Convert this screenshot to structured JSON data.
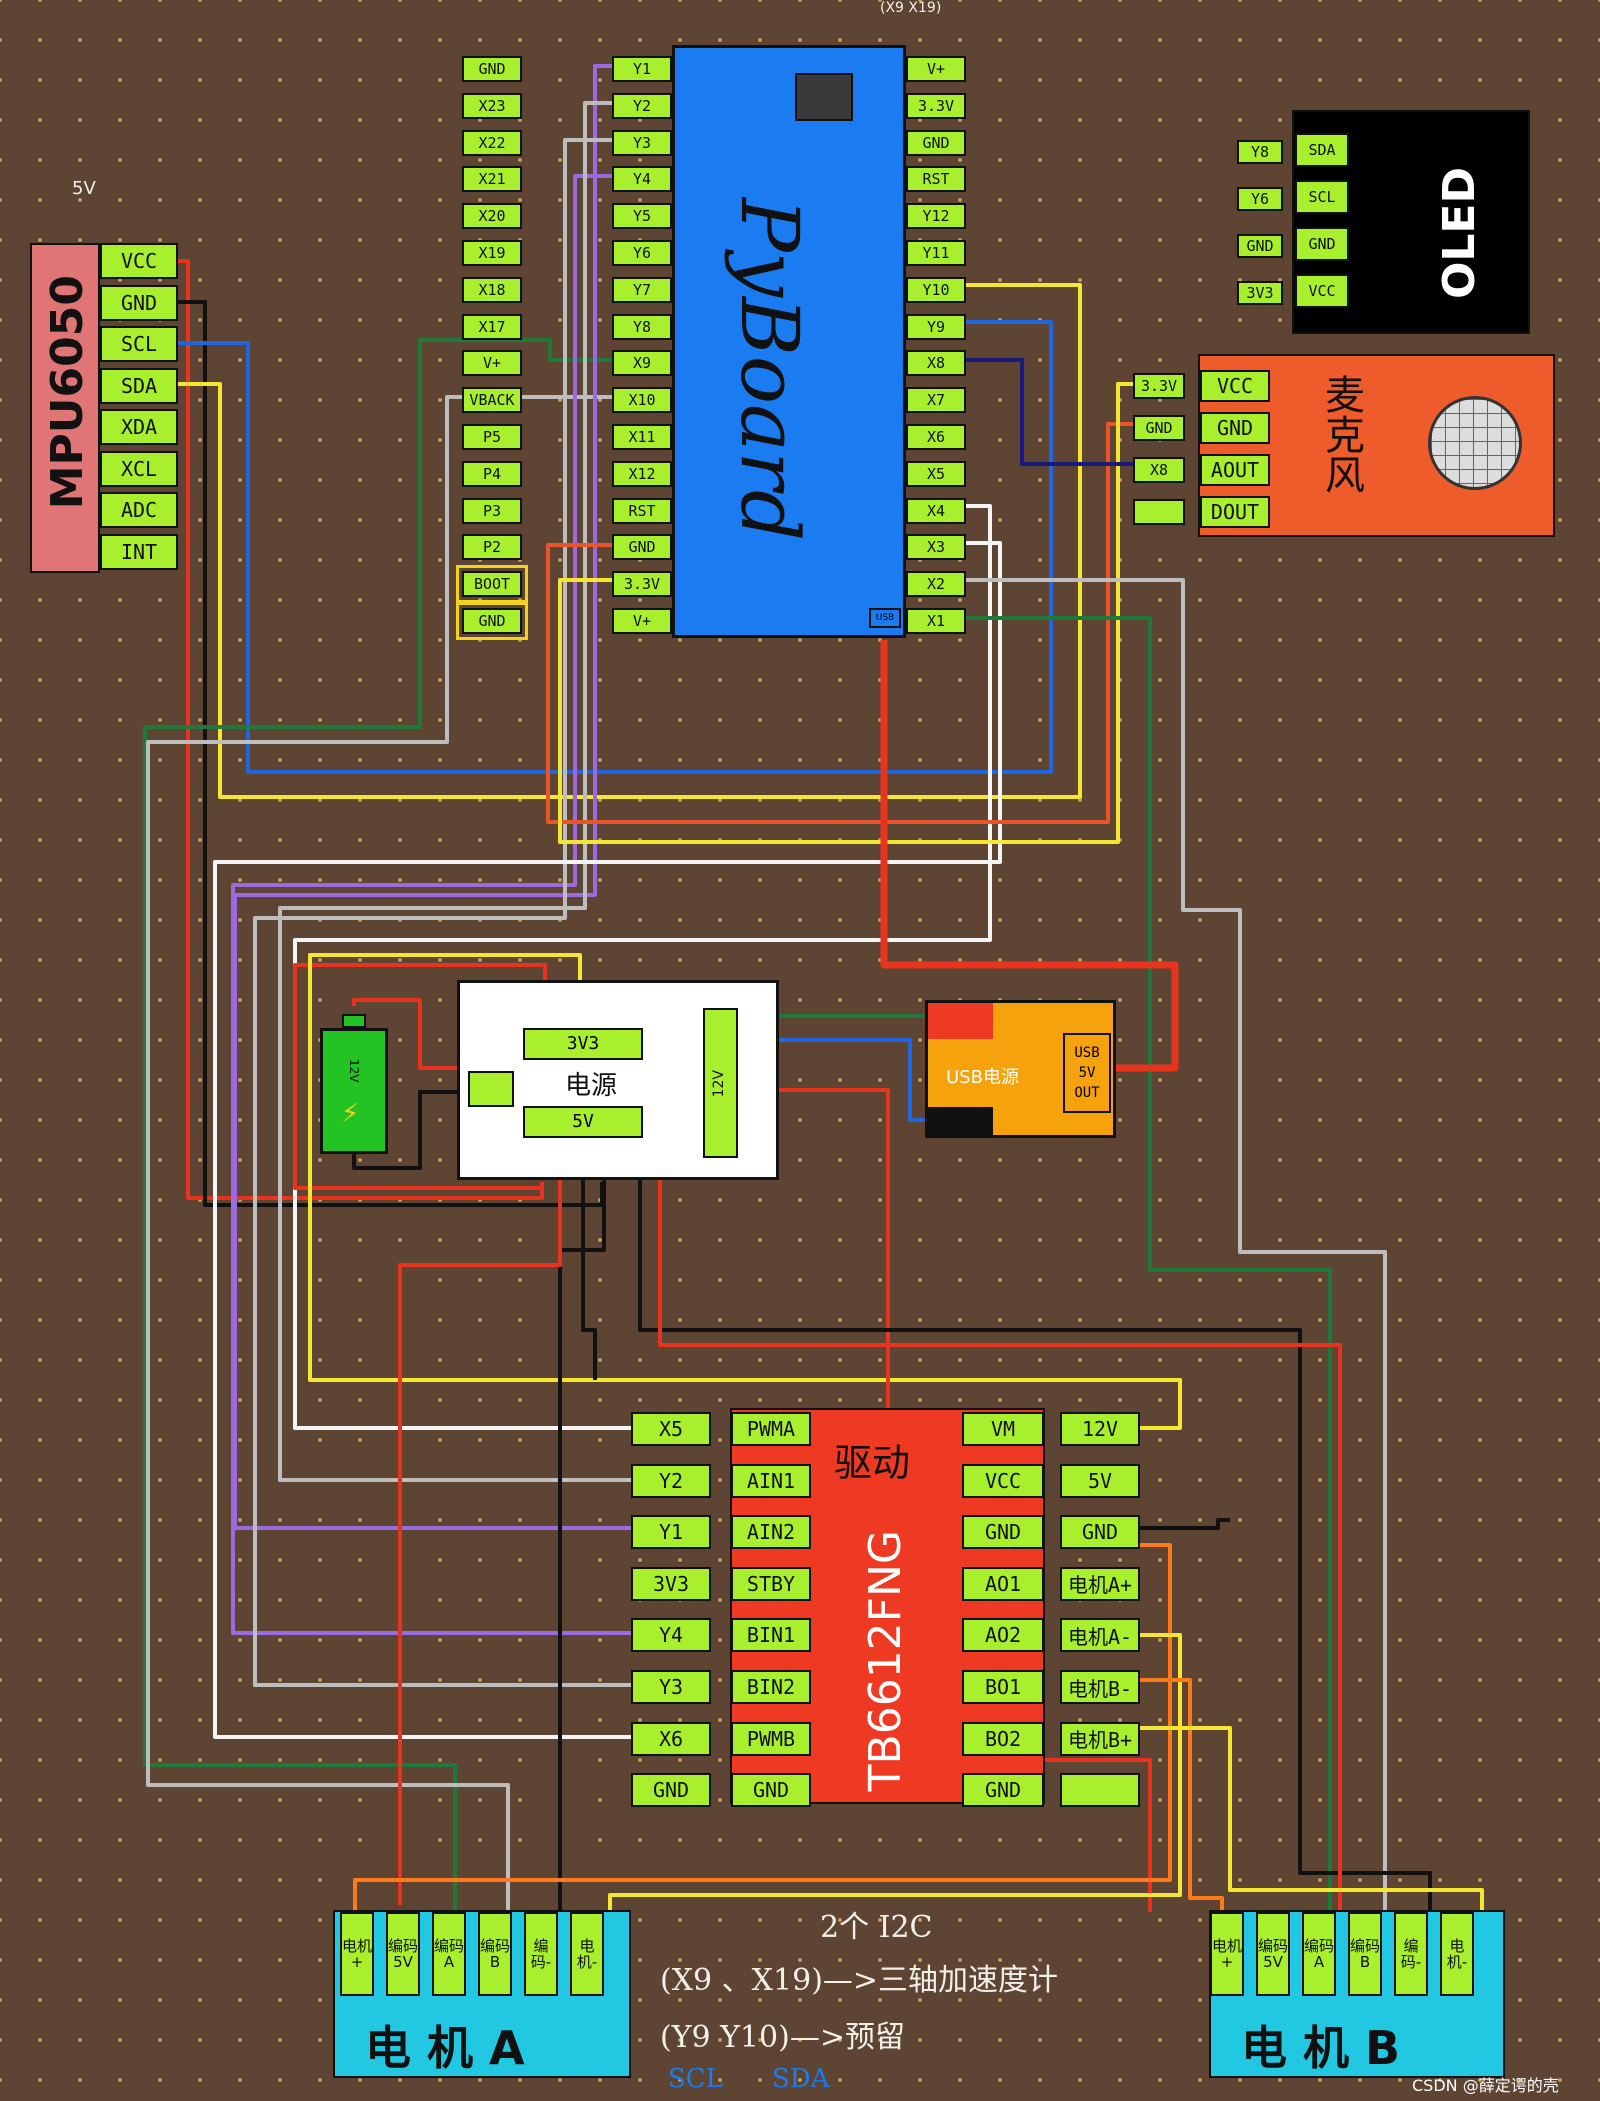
{
  "pyboard": {
    "title": "PyBoard",
    "chip_label": "(X9  X19)",
    "usb_label": "USB",
    "left_outer": [
      "GND",
      "X23",
      "X22",
      "X21",
      "X20",
      "X19",
      "X18",
      "X17",
      "V+",
      "VBACK",
      "P5",
      "P4",
      "P3",
      "P2",
      "BOOT",
      "GND"
    ],
    "left_inner": [
      "Y1",
      "Y2",
      "Y3",
      "Y4",
      "Y5",
      "Y6",
      "Y7",
      "Y8",
      "X9",
      "X10",
      "X11",
      "X12",
      "RST",
      "GND",
      "3.3V",
      "V+"
    ],
    "right": [
      "V+",
      "3.3V",
      "GND",
      "RST",
      "Y12",
      "Y11",
      "Y10",
      "Y9",
      "X8",
      "X7",
      "X6",
      "X5",
      "X4",
      "X3",
      "X2",
      "X1"
    ]
  },
  "mpu": {
    "title": "MPU6050",
    "vcc_note": "5V",
    "pins": [
      "VCC",
      "GND",
      "SCL",
      "SDA",
      "XDA",
      "XCL",
      "ADC",
      "INT"
    ]
  },
  "oled": {
    "title": "OLED",
    "pins": [
      "SDA",
      "SCL",
      "GND",
      "VCC"
    ],
    "mcu_pins": [
      "Y8",
      "Y6",
      "GND",
      "3V3"
    ]
  },
  "mic": {
    "title": "麦克风",
    "pins": [
      "VCC",
      "GND",
      "AOUT",
      "DOUT"
    ],
    "mcu_pins": [
      "3.3V",
      "GND",
      "X8",
      ""
    ]
  },
  "power": {
    "title": "电源",
    "v3": "3V3",
    "v5": "5V",
    "v12": "12V",
    "battery": "12V"
  },
  "usb_power": {
    "title": "USB电源",
    "out": "USB\n5V\nOUT"
  },
  "driver": {
    "title": "驱动",
    "model": "TB6612FNG",
    "left": [
      "PWMA",
      "AIN1",
      "AIN2",
      "STBY",
      "BIN1",
      "BIN2",
      "PWMB",
      "GND"
    ],
    "right": [
      "VM",
      "VCC",
      "GND",
      "AO1",
      "AO2",
      "BO1",
      "BO2",
      "GND"
    ],
    "mcu": [
      "X5",
      "Y2",
      "Y1",
      "3V3",
      "Y4",
      "Y3",
      "X6",
      "GND"
    ],
    "ext": [
      "12V",
      "5V",
      "GND",
      "电机A+",
      "电机A-",
      "电机B-",
      "电机B+",
      ""
    ]
  },
  "motor_a": {
    "title": "电 机  A",
    "pins": [
      "电机+",
      "编码5V",
      "编码A",
      "编码B",
      "编码-",
      "电机-"
    ]
  },
  "motor_b": {
    "title": "电  机  B",
    "pins": [
      "电机+",
      "编码5V",
      "编码A",
      "编码B",
      "编码-",
      "电机-"
    ]
  },
  "notes": [
    "2个 I2C",
    "(X9 、X19)—>三轴加速度计",
    "(Y9  Y10)—>预留",
    "SCL",
    "SDA"
  ],
  "watermark": "CSDN @薛定谔的壳",
  "colors": {
    "board_blue": "#1a7cf0",
    "pin_green": "#a8f02d",
    "mpu_pink": "#e07575",
    "mic_orange": "#ee5c2c",
    "usb_orange": "#f5a20c",
    "driver_red": "#ee3a23",
    "motor_cyan": "#22c8e2"
  }
}
